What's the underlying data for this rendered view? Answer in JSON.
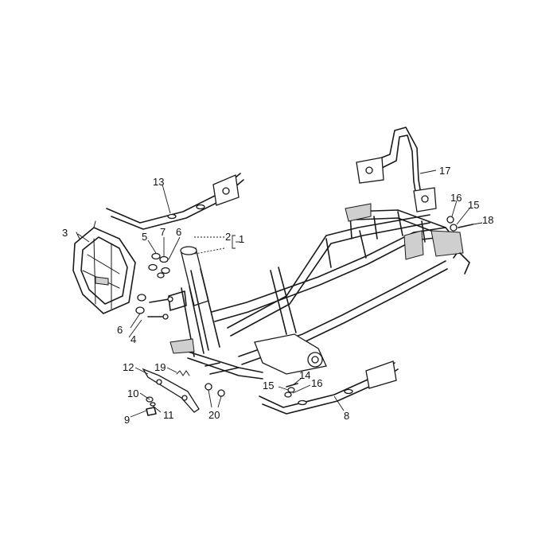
{
  "diagram": {
    "callouts": [
      {
        "id": "c1",
        "label": "1"
      },
      {
        "id": "c2",
        "label": "2"
      },
      {
        "id": "c3",
        "label": "3"
      },
      {
        "id": "c4",
        "label": "4"
      },
      {
        "id": "c5",
        "label": "5"
      },
      {
        "id": "c6a",
        "label": "6"
      },
      {
        "id": "c6b",
        "label": "6"
      },
      {
        "id": "c7",
        "label": "7"
      },
      {
        "id": "c8",
        "label": "8"
      },
      {
        "id": "c9",
        "label": "9"
      },
      {
        "id": "c10",
        "label": "10"
      },
      {
        "id": "c11",
        "label": "11"
      },
      {
        "id": "c12",
        "label": "12"
      },
      {
        "id": "c13",
        "label": "13"
      },
      {
        "id": "c14",
        "label": "14"
      },
      {
        "id": "c15a",
        "label": "15"
      },
      {
        "id": "c15b",
        "label": "15"
      },
      {
        "id": "c16a",
        "label": "16"
      },
      {
        "id": "c16b",
        "label": "16"
      },
      {
        "id": "c17",
        "label": "17"
      },
      {
        "id": "c18",
        "label": "18"
      },
      {
        "id": "c19",
        "label": "19"
      },
      {
        "id": "c20",
        "label": "20"
      }
    ]
  }
}
